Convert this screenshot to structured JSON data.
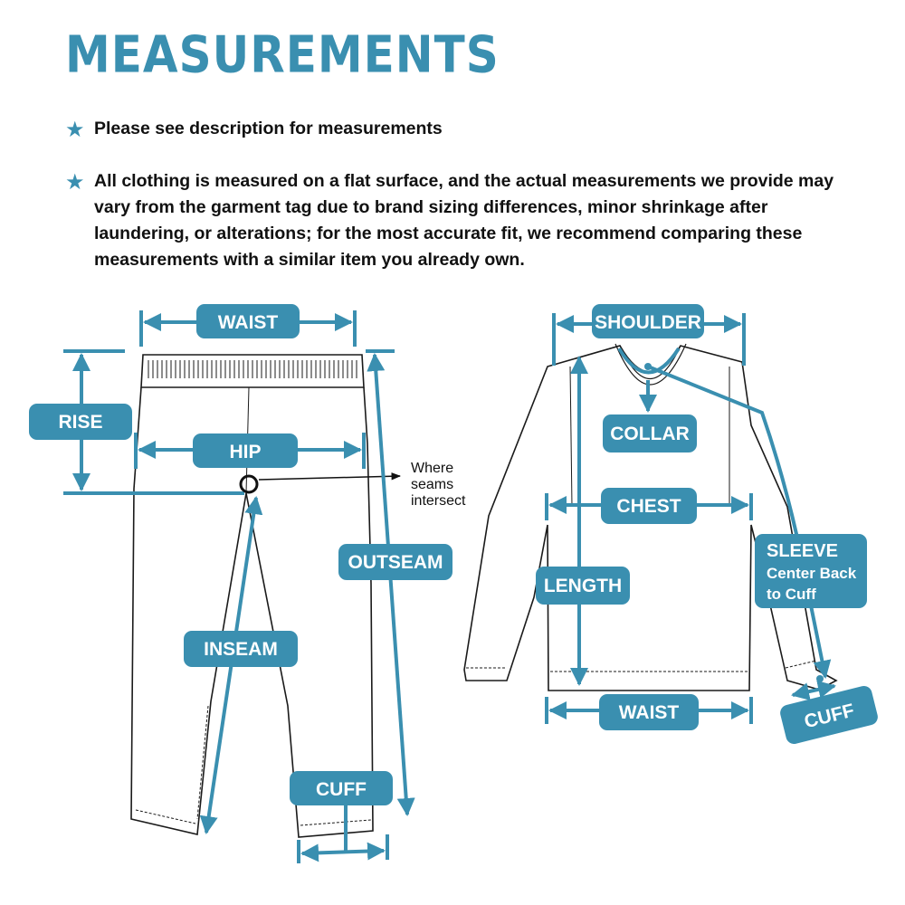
{
  "title": "MEASUREMENTS",
  "bullets": [
    "Please see description for measurements",
    "All clothing is measured on a flat surface, and the actual measurements we provide may vary from the garment tag due to brand sizing differences, minor shrinkage after laundering, or alterations; for the most accurate fit, we recommend comparing these measurements with a similar item you already own."
  ],
  "icons": {
    "bullet": "star-icon"
  },
  "colors": {
    "accent": "#3a8fb0",
    "outline": "#1a1a1a"
  },
  "pants": {
    "waist": "WAIST",
    "rise": "RISE",
    "hip": "HIP",
    "outseam": "OUTSEAM",
    "inseam": "INSEAM",
    "cuff": "CUFF",
    "note": [
      "Where",
      "seams",
      "intersect"
    ]
  },
  "shirt": {
    "shoulder": "SHOULDER",
    "collar": "COLLAR",
    "chest": "CHEST",
    "length": "LENGTH",
    "sleeve": [
      "SLEEVE",
      "Center Back",
      "to Cuff"
    ],
    "waist": "WAIST",
    "cuff": "CUFF"
  }
}
